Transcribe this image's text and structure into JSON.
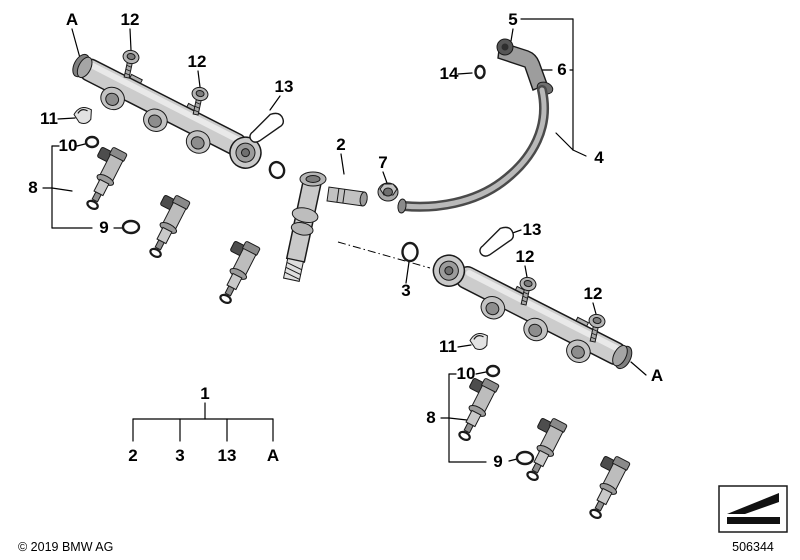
{
  "footer": {
    "copyright": "© 2019 BMW AG",
    "diagram_number": "506344"
  },
  "callouts": {
    "a_left": "A",
    "a_right": "A",
    "item2": "2",
    "item3": "3",
    "item4": "4",
    "item5": "5",
    "item6": "6",
    "item7": "7",
    "item8_left": "8",
    "item8_right": "8",
    "item9_left": "9",
    "item9_right": "9",
    "item10_left": "10",
    "item10_right": "10",
    "item11_left": "11",
    "item11_right": "11",
    "item12_bolt1": "12",
    "item12_bolt2": "12",
    "item12_bolt3": "12",
    "item12_bolt4": "12",
    "item13_left": "13",
    "item13_right": "13",
    "item14": "14"
  },
  "legend": {
    "root": "1",
    "children": [
      "2",
      "3",
      "13",
      "A"
    ]
  }
}
